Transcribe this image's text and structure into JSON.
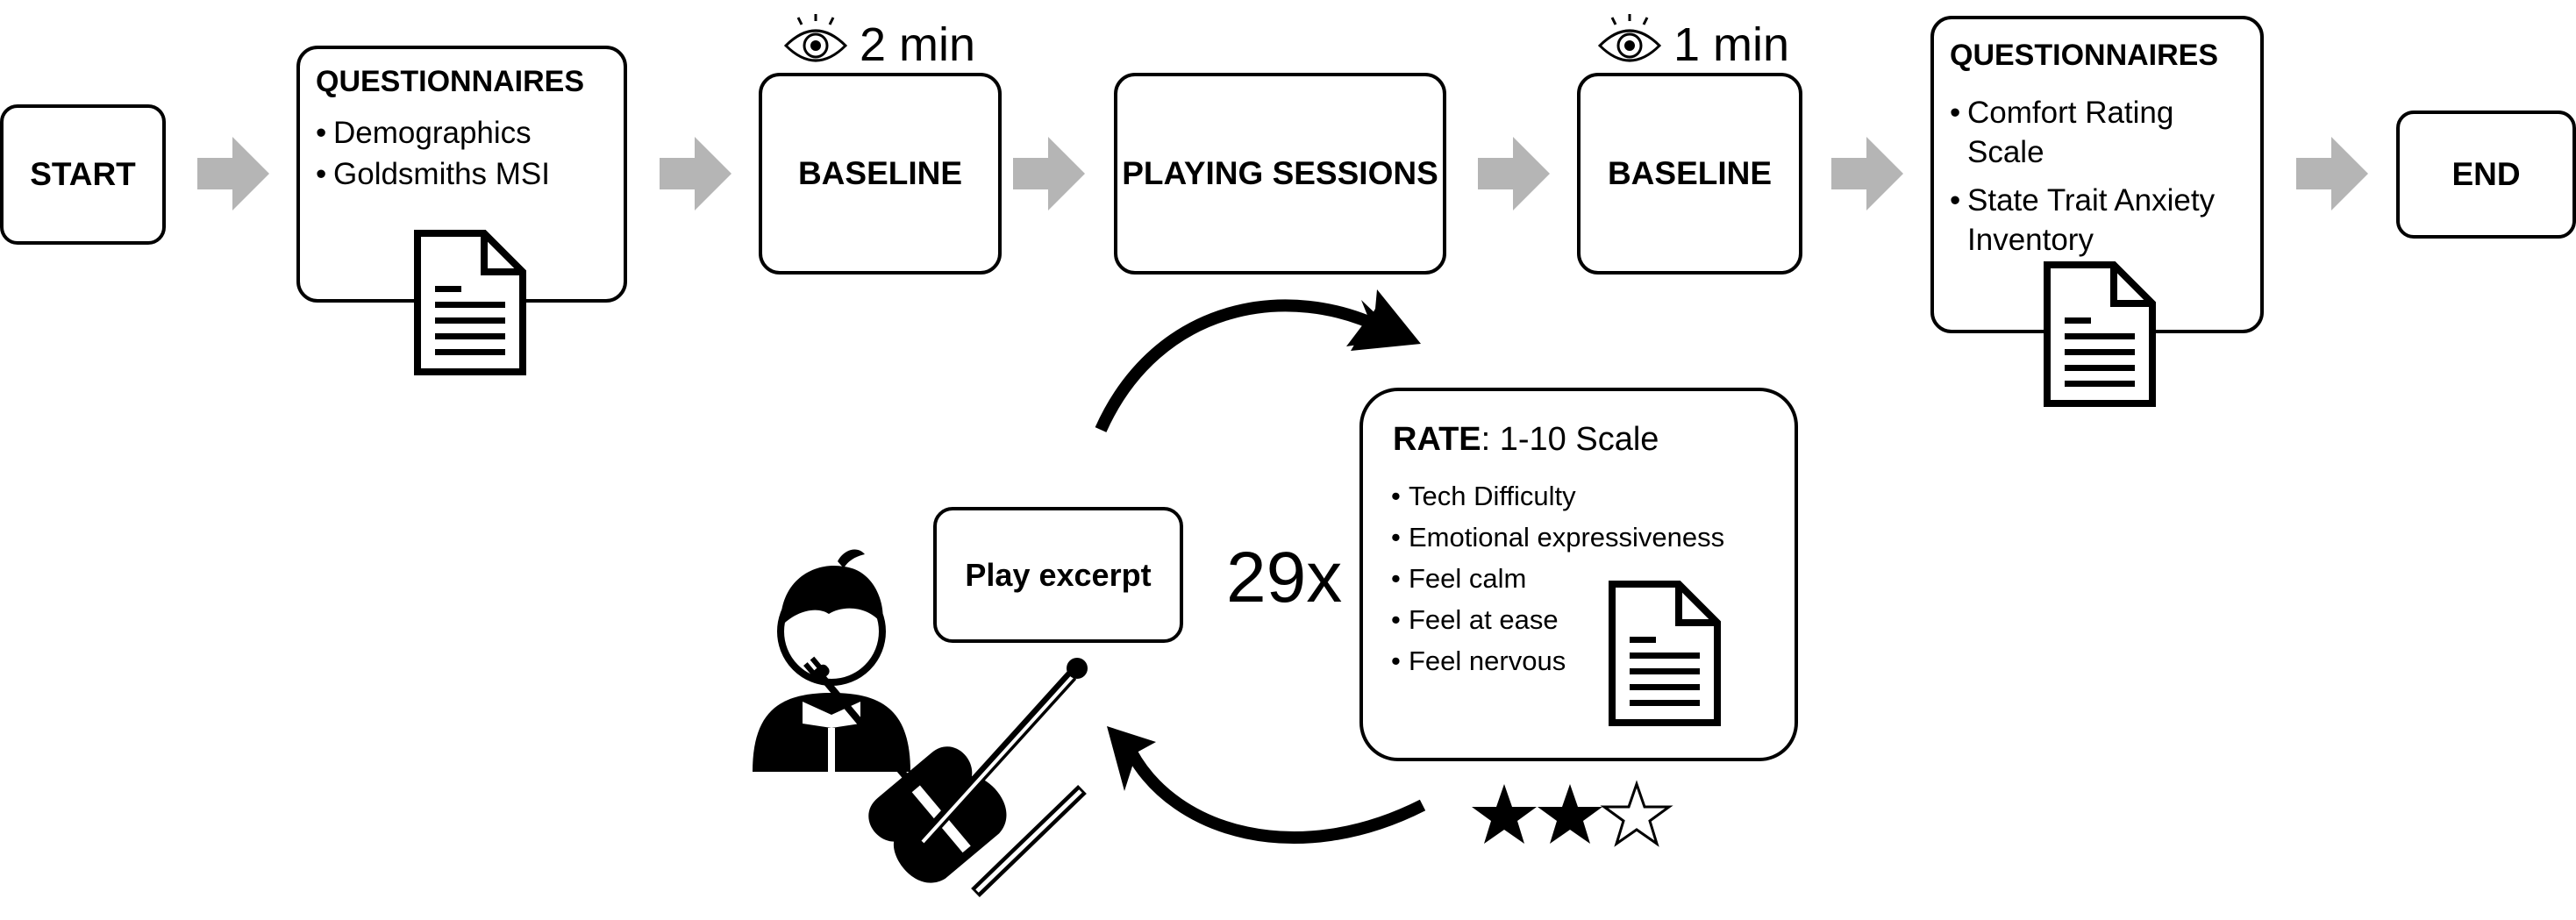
{
  "colors": {
    "arrow_gray": "#b5b5b5",
    "stroke": "#000000",
    "fill_white": "#ffffff"
  },
  "flow": {
    "start": "START",
    "questionnaire1": {
      "title": "QUESTIONNAIRES",
      "items": [
        "Demographics",
        "Goldsmiths MSI"
      ],
      "icon": "document-icon"
    },
    "baseline1": {
      "label": "BASELINE",
      "duration": "2 min",
      "icons": [
        "eye-open-icon",
        "eye-closed-icon"
      ]
    },
    "playing_sessions": "PLAYING SESSIONS",
    "baseline2": {
      "label": "BASELINE",
      "duration": "1 min",
      "icons": [
        "eye-open-icon",
        "eye-closed-icon"
      ]
    },
    "questionnaire2": {
      "title": "QUESTIONNAIRES",
      "items": [
        [
          "Comfort Rating",
          "Scale"
        ],
        [
          "State Trait Anxiety",
          "Inventory"
        ]
      ],
      "icon": "document-icon"
    },
    "end": "END"
  },
  "loop": {
    "play_excerpt": "Play excerpt",
    "repetitions": "29x",
    "rate": {
      "title_bold": "RATE",
      "title_rest": ": 1-10 Scale",
      "items": [
        "Tech Difficulty",
        "Emotional expressiveness",
        "Feel calm",
        "Feel at ease",
        "Feel nervous"
      ],
      "icon": "document-icon"
    },
    "stars": {
      "filled": 2,
      "total": 3
    },
    "player_icon": "violinist-icon"
  }
}
